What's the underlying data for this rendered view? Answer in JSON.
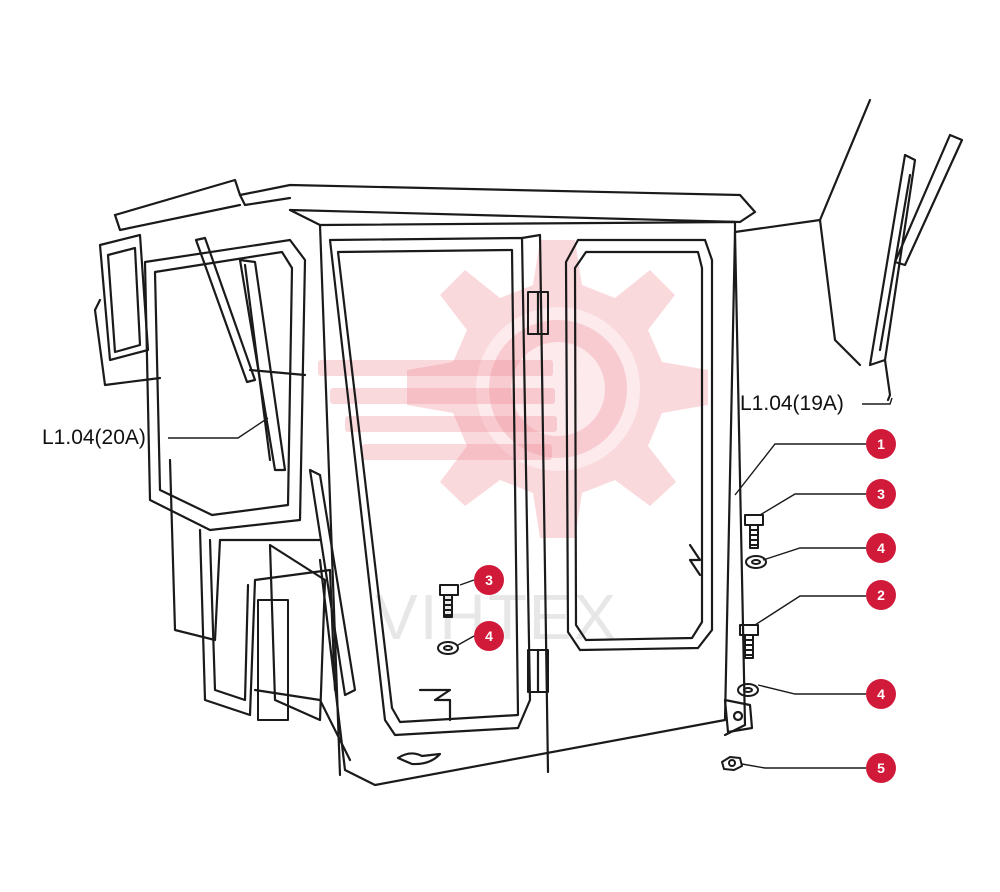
{
  "colors": {
    "line": "#1a1a1a",
    "callout": "#d11a3a",
    "watermark": "#f2a0a8"
  },
  "watermark": {
    "icon": "gear-logo-icon",
    "text": "VIHTEX"
  },
  "references": [
    {
      "id": "ref-20a",
      "text": "L1.04(20A)"
    },
    {
      "id": "ref-19a",
      "text": "L1.04(19A)"
    }
  ],
  "callouts": [
    {
      "number": "1"
    },
    {
      "number": "3"
    },
    {
      "number": "4"
    },
    {
      "number": "2"
    },
    {
      "number": "4"
    },
    {
      "number": "5"
    },
    {
      "number": "3"
    },
    {
      "number": "4"
    }
  ]
}
